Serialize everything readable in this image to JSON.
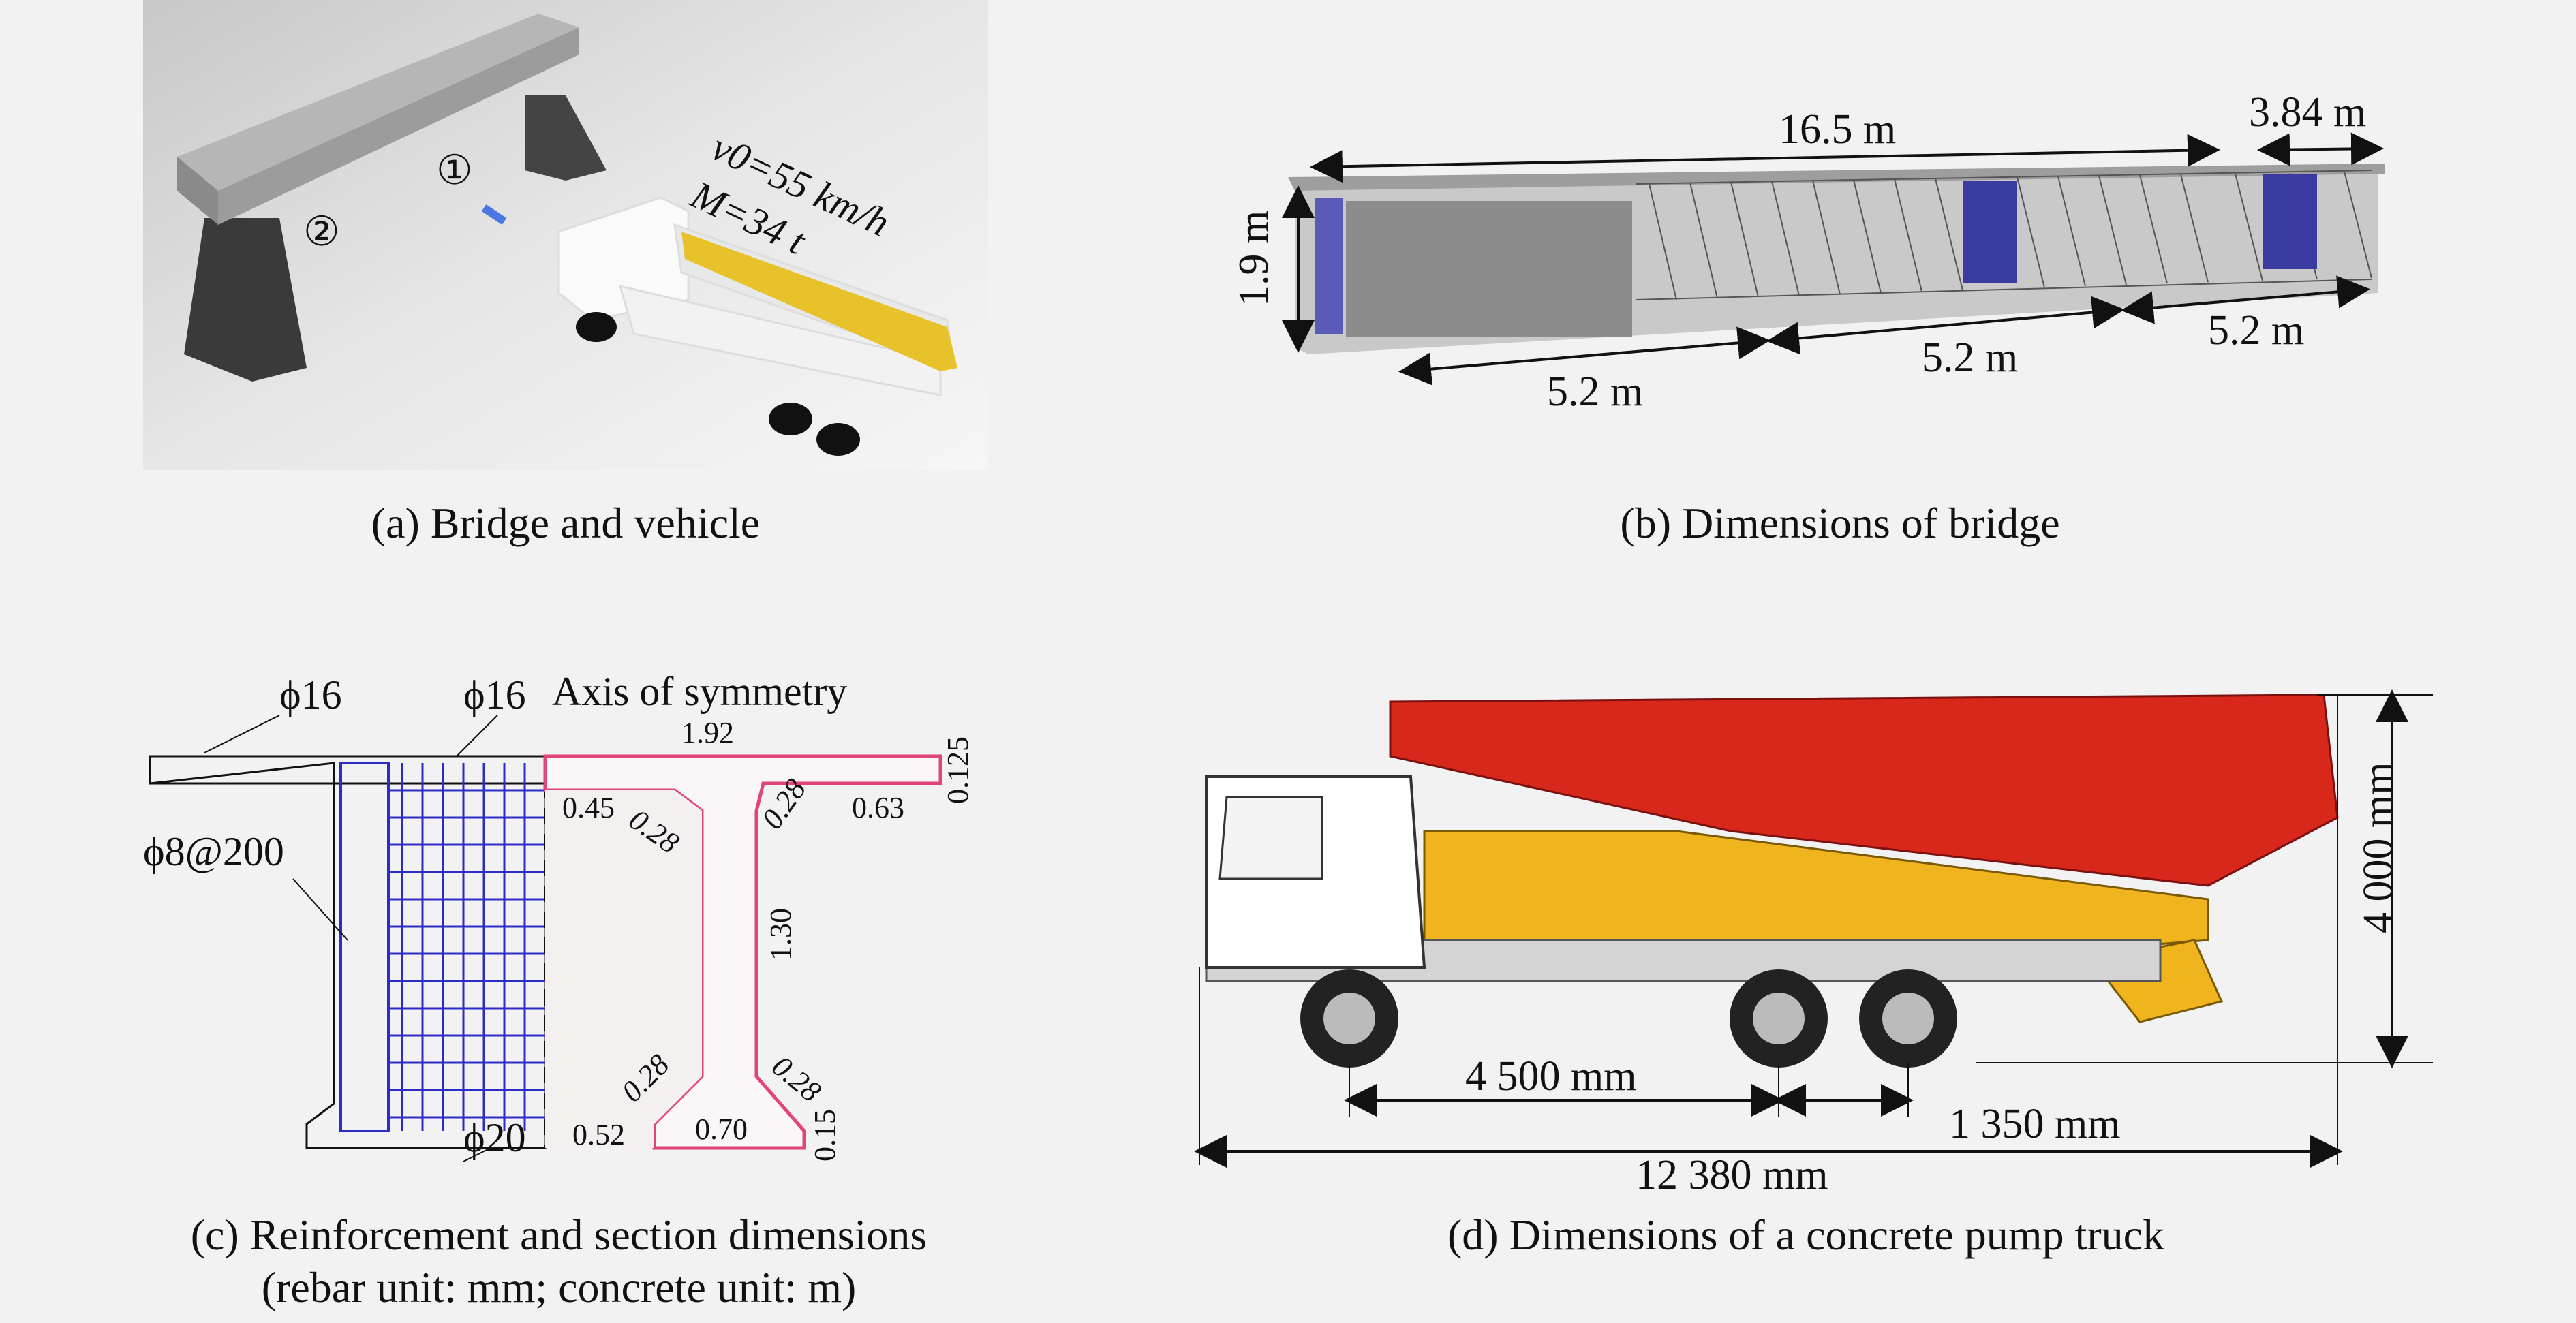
{
  "panel_a": {
    "caption": "(a) Bridge and vehicle",
    "label_1": "①",
    "label_2": "②",
    "speed_label": "v0=55 km/h",
    "mass_label": "M=34 t"
  },
  "panel_b": {
    "caption": "(b) Dimensions of bridge",
    "total_length": "16.5 m",
    "end_length": "3.84 m",
    "height": "1.9 m",
    "seg1": "5.2 m",
    "seg2": "5.2 m",
    "seg3": "5.2 m"
  },
  "panel_c": {
    "caption_line1": "(c) Reinforcement and section dimensions",
    "caption_line2": "(rebar unit: mm; concrete unit: m)",
    "rebar_top_left": "ϕ16",
    "rebar_top_right": "ϕ16",
    "stirrup": "ϕ8@200",
    "rebar_bottom": "ϕ20",
    "axis_label": "Axis of symmetry",
    "dim_1_92": "1.92",
    "dim_0_125": "0.125",
    "dim_0_45": "0.45",
    "dim_0_28_a": "0.28",
    "dim_0_28_b": "0.28",
    "dim_0_63": "0.63",
    "dim_1_30": "1.30",
    "dim_0_28_c": "0.28",
    "dim_0_28_d": "0.28",
    "dim_0_52": "0.52",
    "dim_0_70": "0.70",
    "dim_0_15": "0.15"
  },
  "panel_d": {
    "caption": "(d) Dimensions of a concrete pump truck",
    "height": "4 000 mm",
    "wheelbase": "4 500 mm",
    "rear_axle": "1 350 mm",
    "total_length": "12 380 mm"
  },
  "colors": {
    "boom_red": "#d8281c",
    "truck_yellow": "#f0b41e",
    "section_pink": "#e0447a",
    "rebar_blue": "#2c2cc8",
    "arrow_blue": "#4a78e0"
  }
}
